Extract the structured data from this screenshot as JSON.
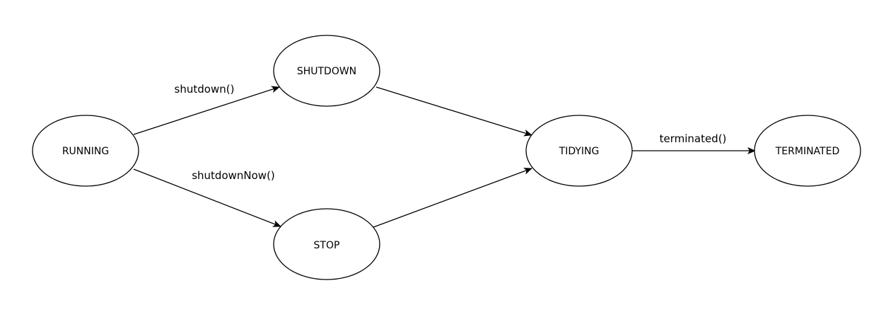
{
  "states": {
    "running": "RUNNING",
    "shutdown": "SHUTDOWN",
    "stop": "STOP",
    "tidying": "TIDYING",
    "terminated": "TERMINATED"
  },
  "transitions": {
    "running_to_shutdown": "shutdown()",
    "running_to_stop": "shutdownNow()",
    "shutdown_to_tidying": "",
    "stop_to_tidying": "",
    "tidying_to_terminated": "terminated()"
  }
}
